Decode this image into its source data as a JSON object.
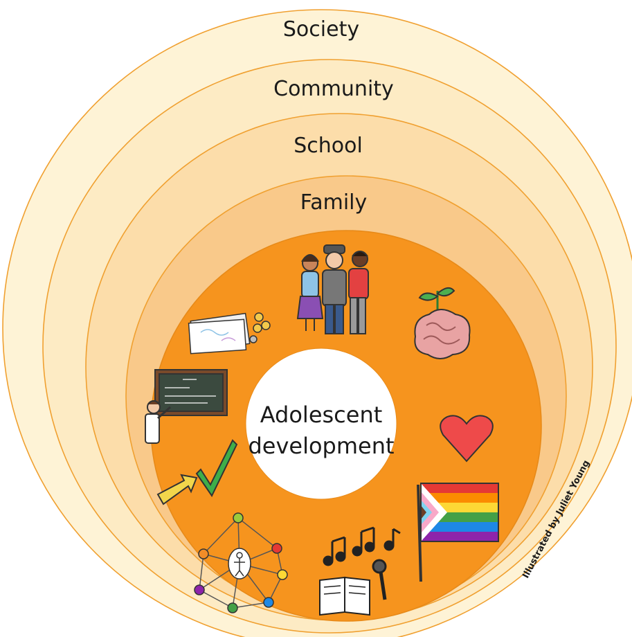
{
  "diagram": {
    "rings": [
      {
        "id": "society",
        "label": "Society",
        "color": "#FEF3D6"
      },
      {
        "id": "community",
        "label": "Community",
        "color": "#FDEBC4"
      },
      {
        "id": "school",
        "label": "School",
        "color": "#FCDDAA"
      },
      {
        "id": "family",
        "label": "Family",
        "color": "#F9C98A"
      },
      {
        "id": "individual",
        "label": "",
        "color": "#F6941E"
      }
    ],
    "center": {
      "line1": "Adolescent",
      "line2": "development",
      "color": "#FFFFFF"
    },
    "ring_stroke_color": "#F0A030",
    "credit": "Illustrated by Juliet Young",
    "icons": [
      "friends-group-icon",
      "brain-sprout-icon",
      "heart-icon",
      "pride-flag-icon",
      "music-book-microphone-icon",
      "social-network-icon",
      "arrow-checkmark-icon",
      "teacher-blackboard-icon",
      "money-coins-icon"
    ]
  }
}
